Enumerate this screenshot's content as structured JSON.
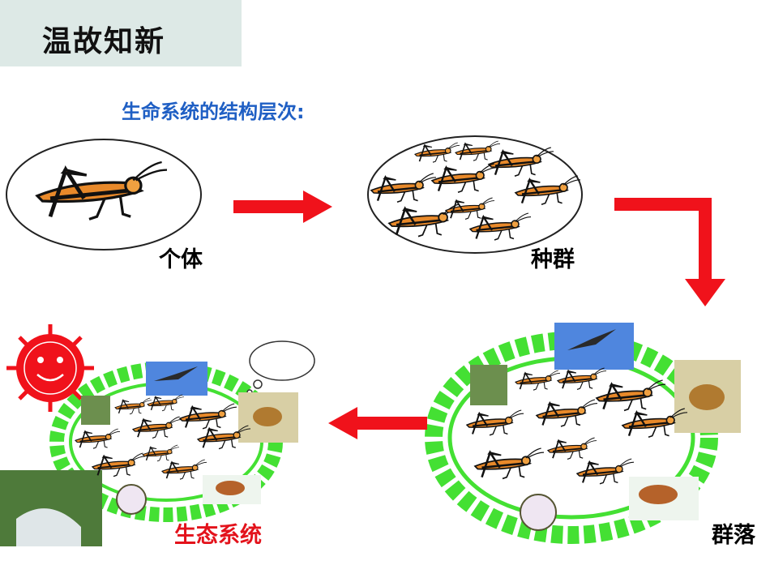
{
  "title": "温故知新",
  "subtitle": "生命系统的结构层次:",
  "levels": {
    "individual": "个体",
    "population": "种群",
    "community": "群落",
    "ecosystem": "生态系统"
  },
  "colors": {
    "arrow": "#f0121b",
    "ring": "#44e033",
    "subtitle": "#1f5fc4",
    "ecosystem_label": "#e3121b"
  },
  "icons": [
    "grasshopper-icon",
    "sun-icon",
    "cloud-icon",
    "eagle-photo",
    "bird-photo",
    "mouse-photo",
    "tree-photo",
    "waterfall-photo",
    "mushroom-photo"
  ]
}
